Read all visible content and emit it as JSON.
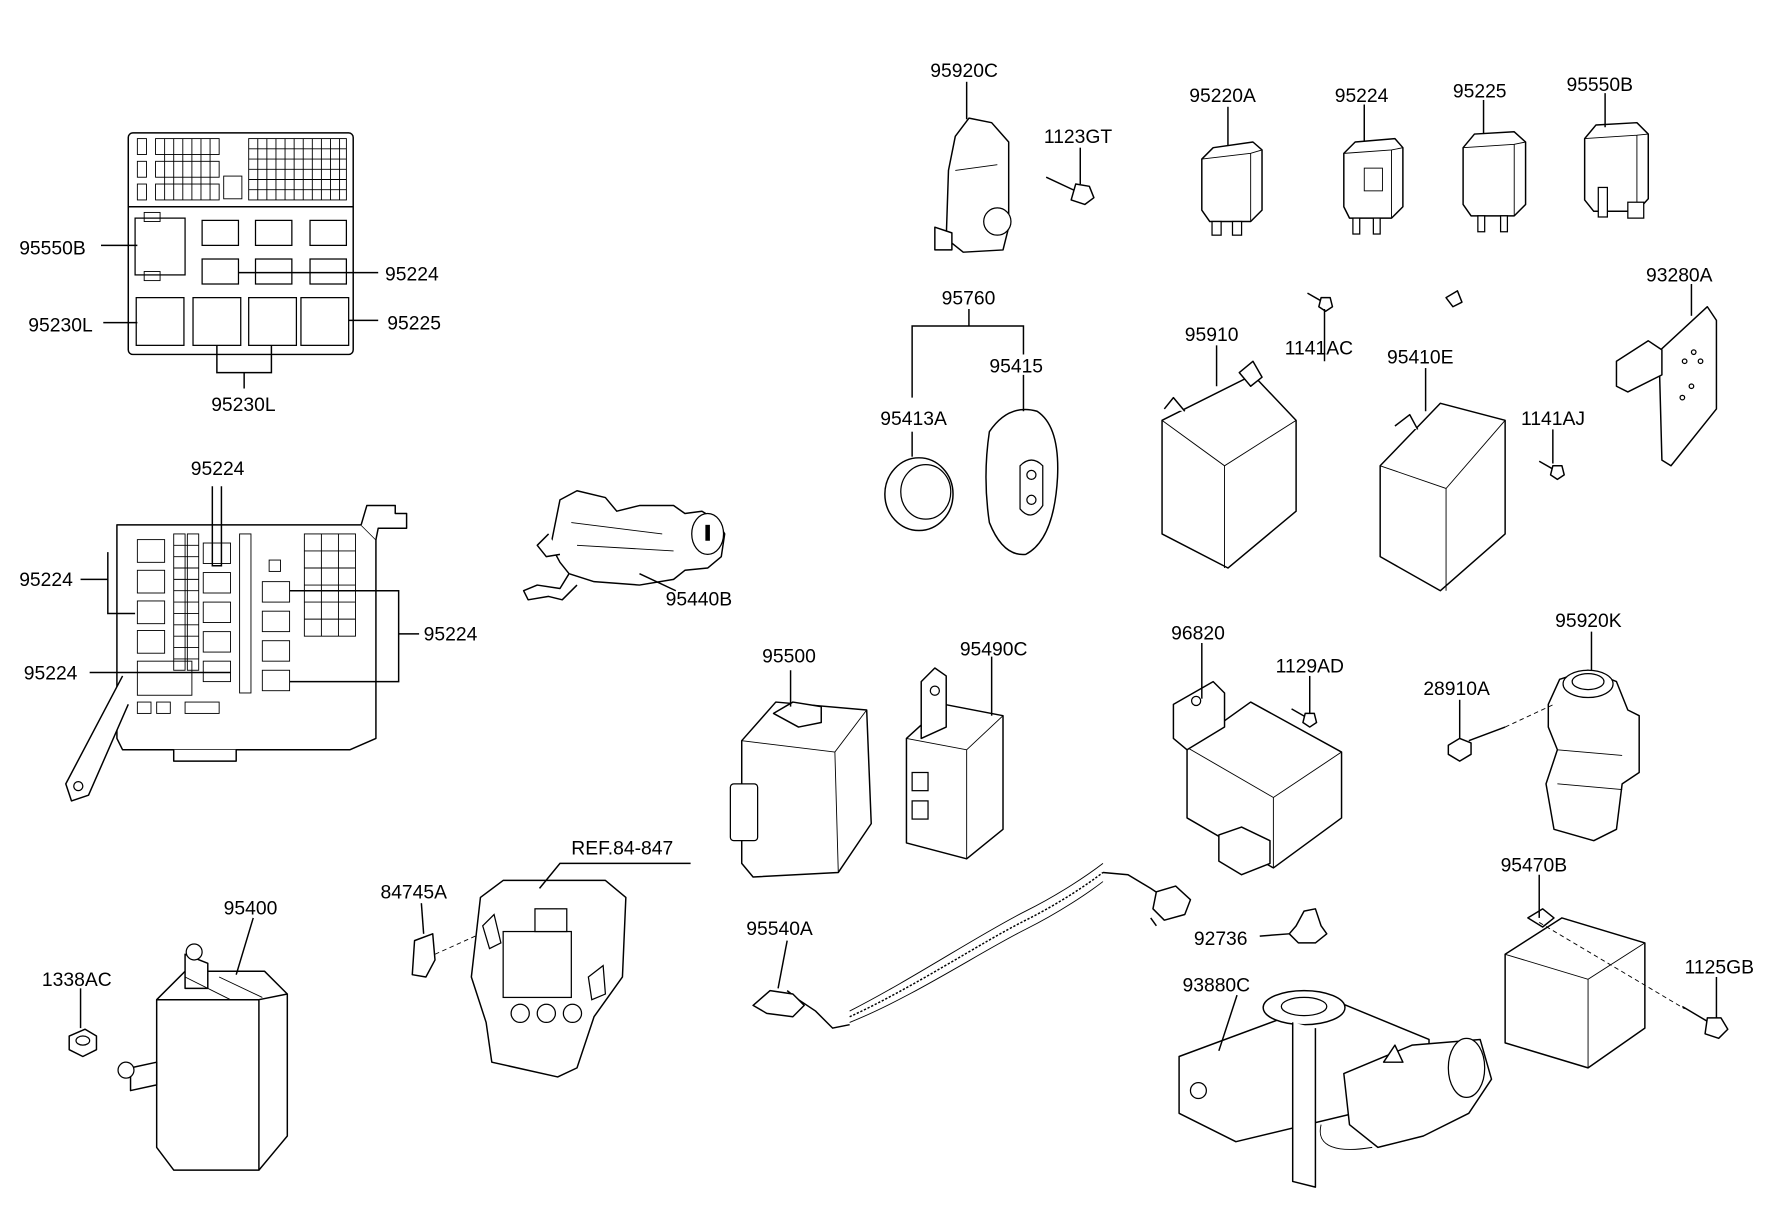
{
  "labels": {
    "fuse_box_top": {
      "relay_small": "95550B",
      "relay_right": "95224",
      "relay_left": "95230L",
      "relay_large_right": "95225",
      "relay_bottom": "95230L"
    },
    "junction_box": {
      "top": "95224",
      "left_upper": "95224",
      "right": "95224",
      "left_lower": "95224"
    },
    "ignition_lock": "95440B",
    "immobilizer_module": "95400",
    "nut": "1338AC",
    "cover_cap": "84745A",
    "ref": "REF.84-847",
    "sensor_bracket": "95920C",
    "bolt_1123": "1123GT",
    "relay_95220A": "95220A",
    "relay_95224": "95224",
    "relay_95225": "95225",
    "relay_95550B": "95550B",
    "keyless_set": "95760",
    "transmitter": "95415",
    "battery": "95413A",
    "module_95910": "95910",
    "bolt_1141AC": "1141AC",
    "module_95410E": "95410E",
    "bolt_1141AJ": "1141AJ",
    "switch_93280A": "93280A",
    "module_95500": "95500",
    "module_95490C": "95490C",
    "module_96820": "96820",
    "bolt_1129AD": "1129AD",
    "sensor_95920K": "95920K",
    "bolt_28910A": "28910A",
    "cable_95540A": "95540A",
    "clip_92736": "92736",
    "horn_93880C": "93880C",
    "module_95470B": "95470B",
    "bolt_1125GB": "1125GB"
  }
}
